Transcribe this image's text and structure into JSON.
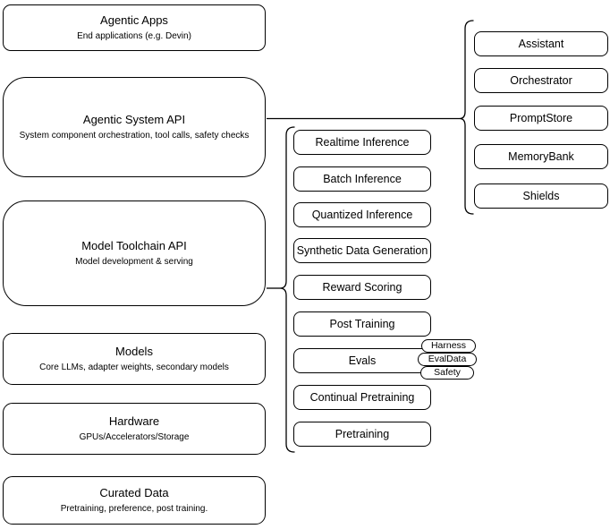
{
  "colors": {
    "stroke": "#000000",
    "background": "#ffffff"
  },
  "stack": [
    {
      "title": "Agentic Apps",
      "subtitle": "End applications (e.g. Devin)"
    },
    {
      "title": "Agentic System API",
      "subtitle": "System component orchestration, tool calls, safety checks"
    },
    {
      "title": "Model Toolchain API",
      "subtitle": "Model development & serving"
    },
    {
      "title": "Models",
      "subtitle": "Core LLMs, adapter weights, secondary models"
    },
    {
      "title": "Hardware",
      "subtitle": "GPUs/Accelerators/Storage"
    },
    {
      "title": "Curated Data",
      "subtitle": "Pretraining, preference, post training."
    }
  ],
  "toolchain": {
    "items": [
      "Realtime Inference",
      "Batch Inference",
      "Quantized Inference",
      "Synthetic Data Generation",
      "Reward Scoring",
      "Post Training",
      "Evals",
      "Continual Pretraining",
      "Pretraining"
    ],
    "evals_tags": [
      "Harness",
      "EvalData",
      "Safety"
    ]
  },
  "system": {
    "items": [
      "Assistant",
      "Orchestrator",
      "PromptStore",
      "MemoryBank",
      "Shields"
    ]
  }
}
